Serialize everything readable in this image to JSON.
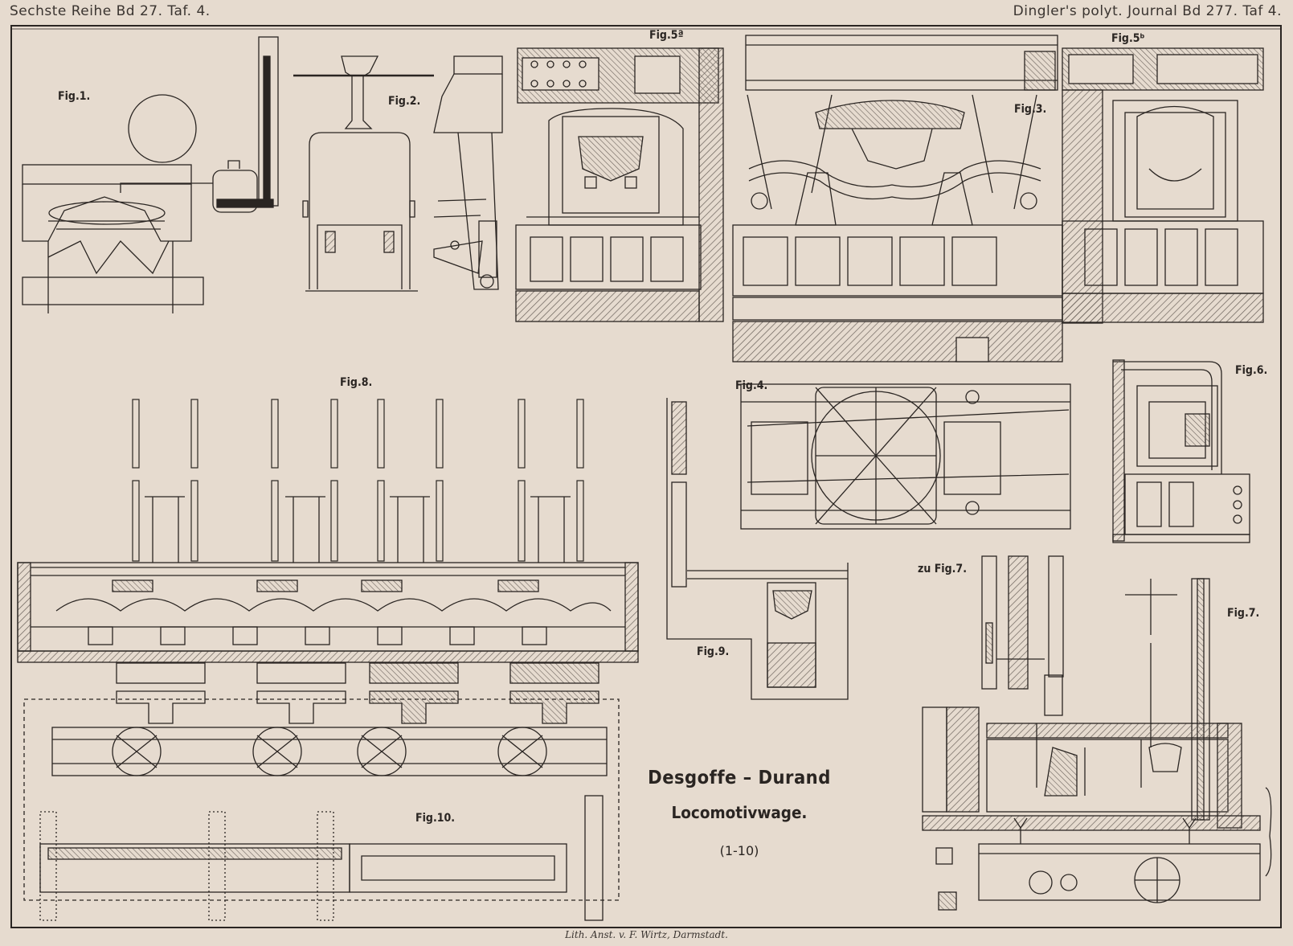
{
  "header": {
    "left": "Sechste Reihe Bd 27. Taf. 4.",
    "right": "Dingler's  polyt. Journal Bd 277. Taf 4."
  },
  "title": {
    "line1": "Desgoffe – Durand",
    "line2": "Locomotivwage.",
    "line3": "(1-10)"
  },
  "imprint": "Lith. Anst. v. F. Wirtz, Darmstadt.",
  "figures": {
    "fig1": "Fig.1.",
    "fig2": "Fig.2.",
    "fig3": "Fig.3.",
    "fig4": "Fig.4.",
    "fig5a": "Fig.5ª",
    "fig5b": "Fig.5ᵇ",
    "fig6": "Fig.6.",
    "fig7": "Fig.7.",
    "zufig7": "zu Fig.7.",
    "fig8": "Fig.8.",
    "fig9": "Fig.9.",
    "fig10": "Fig.10."
  },
  "colors": {
    "paper": "#e6dbcf",
    "ink": "#2a2522",
    "hatch": "#6b625b"
  }
}
